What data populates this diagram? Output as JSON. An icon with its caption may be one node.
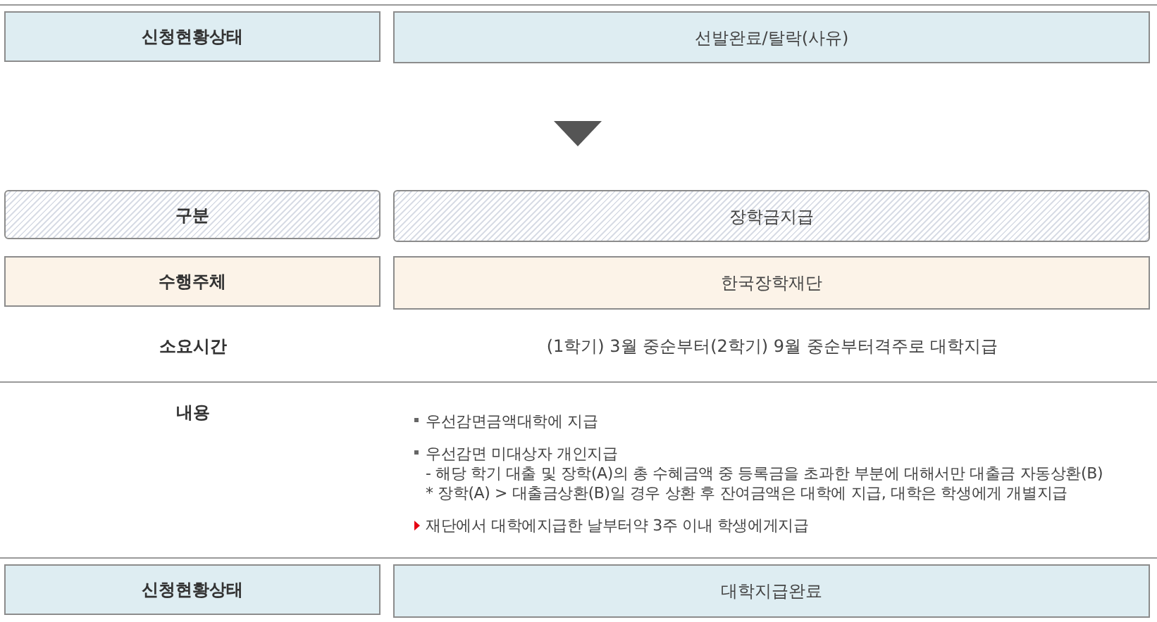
{
  "diagram": {
    "nodes": [
      {
        "text": [
          "신청현황상태"
        ]
      },
      {
        "text": [
          "선발완료/탈락(사유)"
        ]
      },
      {
        "text": [
          "구분"
        ]
      },
      {
        "text": [
          "장학금지급"
        ]
      },
      {
        "text": [
          "수행주체"
        ]
      },
      {
        "text": [
          "한국장학재단"
        ]
      },
      {
        "text": [
          "신청현황상태"
        ]
      },
      {
        "text": [
          "대학지급완료"
        ]
      }
    ],
    "edges": [
      {
        "from": 1,
        "to": 3,
        "arrow": "to"
      }
    ],
    "labels": [
      "소요시간",
      "(1학기) 3월 중순부터(2학기) 9월 중순부터격주로 대학지급",
      "내용",
      "우선감면금액대학에 지급",
      "우선감면 미대상자 개인지급",
      "- 해당 학기 대출 및 장학(A)의 총 수혜금액 중 등록금을 초과한 부분에 대해서만 대출금 자동상환(B)",
      "* 장학(A) > 대출금상환(B)일 경우 상환 후 잔여금액은 대학에 지급, 대학은 학생에게 개별지급",
      "재단에서 대학에지급한 날부터약 3주 이내 학생에게지급"
    ]
  }
}
